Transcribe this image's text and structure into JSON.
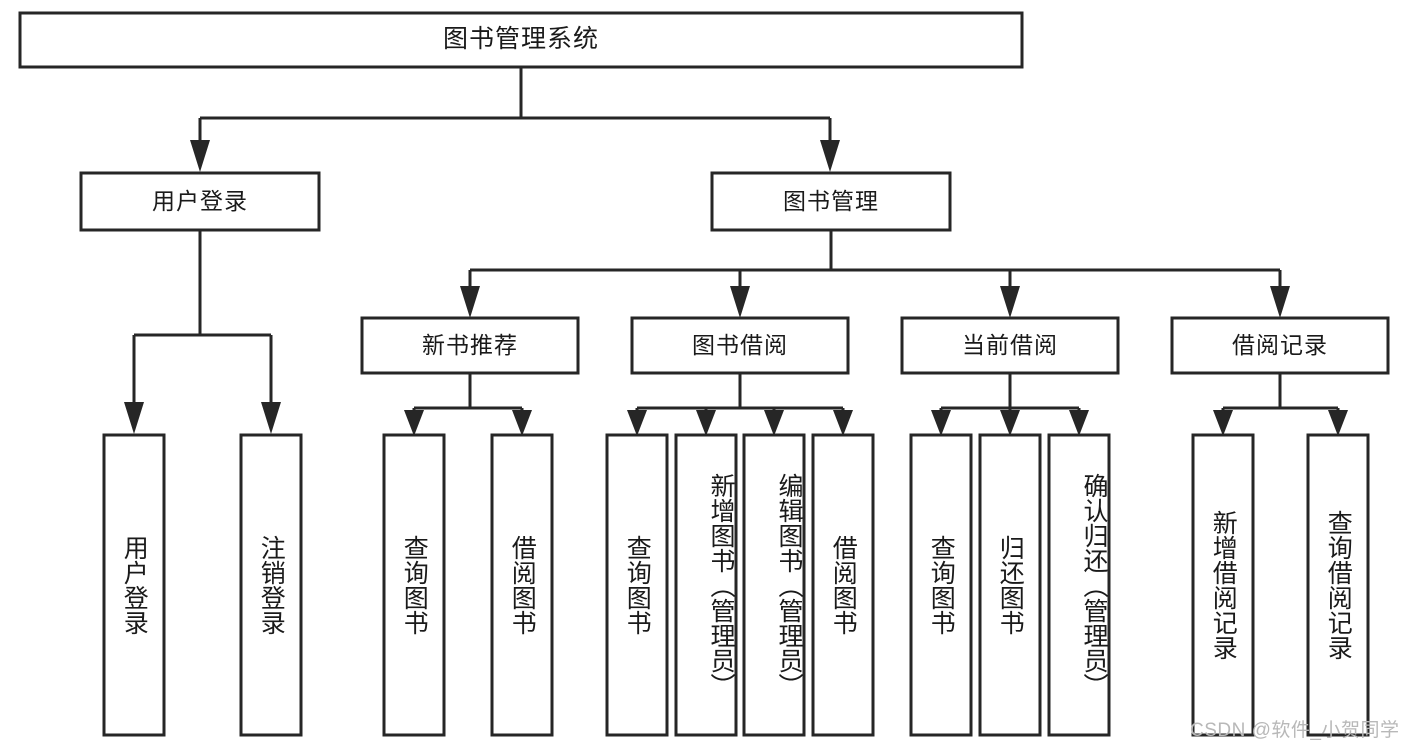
{
  "diagram": {
    "type": "tree-hierarchy",
    "title": "图书管理系统",
    "orientation": "top-down",
    "colors": {
      "box_stroke": "#262626",
      "box_fill": "#ffffff",
      "text": "#1a1a1a",
      "background": "#ffffff",
      "watermark": "#b8b8b8"
    },
    "root": {
      "label": "图书管理系统"
    },
    "level2": [
      {
        "label": "用户登录"
      },
      {
        "label": "图书管理"
      }
    ],
    "level3": [
      {
        "label": "新书推荐"
      },
      {
        "label": "图书借阅"
      },
      {
        "label": "当前借阅"
      },
      {
        "label": "借阅记录"
      }
    ],
    "leaves": {
      "user_login": [
        {
          "label": "用户登录"
        },
        {
          "label": "注销登录"
        }
      ],
      "new_book_recommend": [
        {
          "label": "查询图书"
        },
        {
          "label": "借阅图书"
        }
      ],
      "book_borrow": [
        {
          "label": "查询图书"
        },
        {
          "label": "新增图书（管理员）"
        },
        {
          "label": "编辑图书（管理员）"
        },
        {
          "label": "借阅图书"
        }
      ],
      "current_borrow": [
        {
          "label": "查询图书"
        },
        {
          "label": "归还图书"
        },
        {
          "label": "确认归还（管理员）"
        }
      ],
      "borrow_record": [
        {
          "label": "新增借阅记录"
        },
        {
          "label": "查询借阅记录"
        }
      ]
    }
  },
  "watermark": {
    "text": "CSDN @软件_小贺同学"
  }
}
